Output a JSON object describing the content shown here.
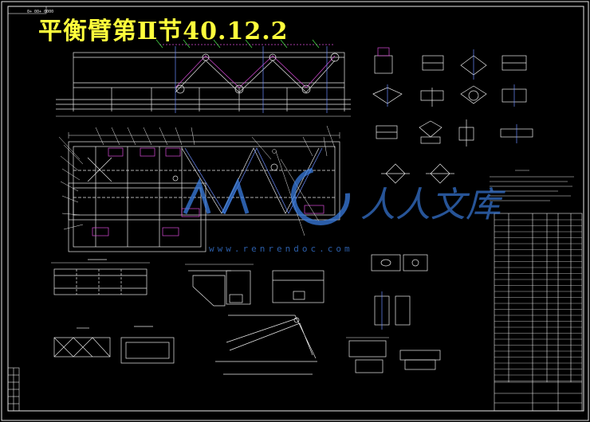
{
  "drawing": {
    "title": "平衡臂第Ⅱ节40.12.2",
    "drawing_number": "0+ 00+ 0000",
    "watermark_text": "人人文库",
    "watermark_url": "www.renrendoc.com"
  },
  "colors": {
    "background": "#000000",
    "line_white": "#e8e8e8",
    "line_magenta": "#d84ad8",
    "line_blue": "#6a8cff",
    "line_green": "#4be04b",
    "title_yellow": "#ffff3c",
    "watermark_blue": "#3a7de0"
  }
}
